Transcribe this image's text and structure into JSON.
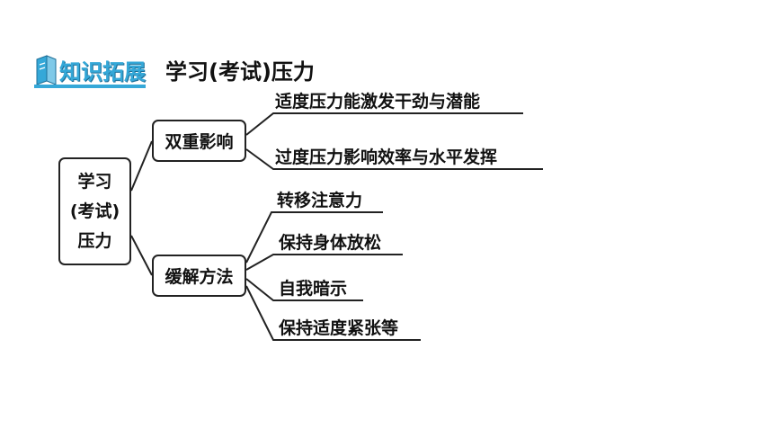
{
  "header": {
    "badge_label": "知识拓展",
    "title": "学习(考试)压力",
    "badge_color": "#35a8d8"
  },
  "root": {
    "line1": "学习",
    "line2": "(考试)",
    "line3": "压力"
  },
  "branches": [
    {
      "label": "双重影响",
      "items": [
        "适度压力能激发干劲与潜能",
        "过度压力影响效率与水平发挥"
      ]
    },
    {
      "label": "缓解方法",
      "items": [
        "转移注意力",
        "保持身体放松",
        "自我暗示",
        "保持适度紧张等"
      ]
    }
  ]
}
